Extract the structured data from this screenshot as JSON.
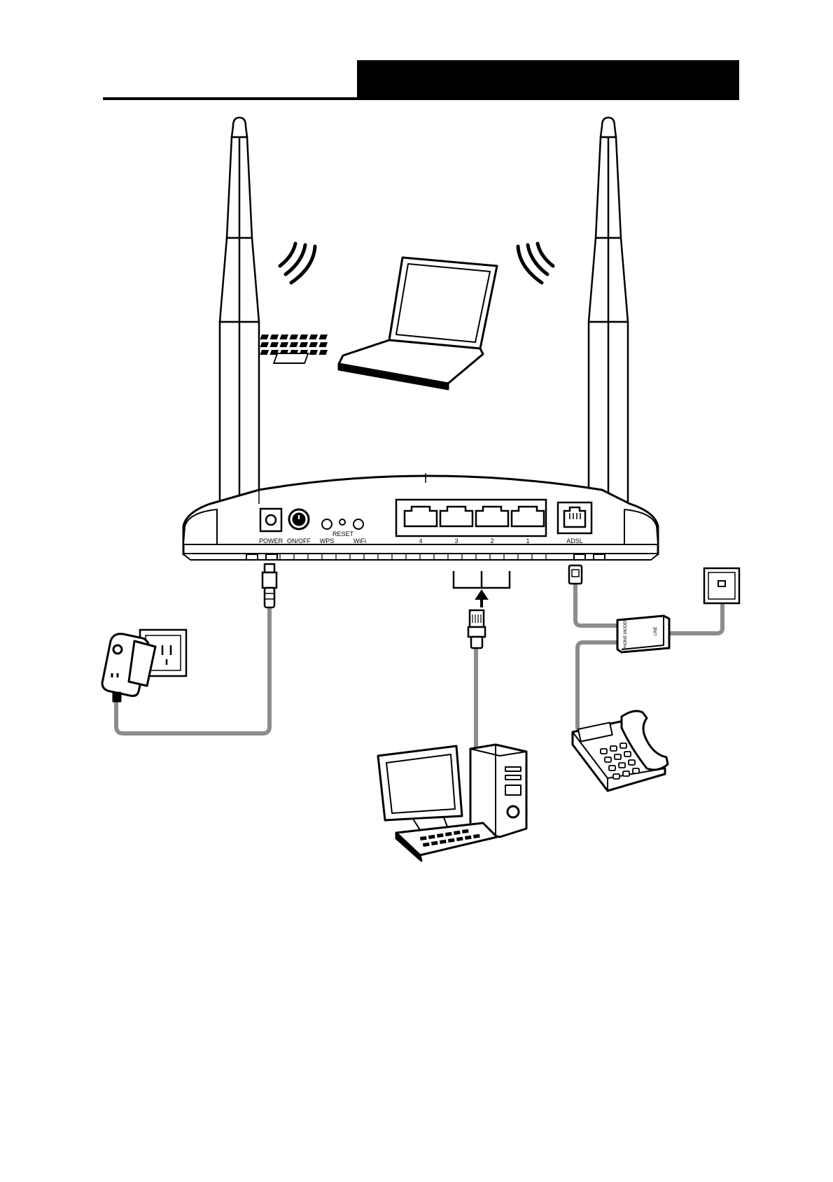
{
  "header": {
    "black_bar_color": "#000000",
    "rule_color": "#000000"
  },
  "router": {
    "port_labels": {
      "power": "POWER",
      "onoff": "ON/OFF",
      "wps": "WPS",
      "reset": "RESET",
      "wifi": "WiFi",
      "lan4": "4",
      "lan3": "3",
      "lan2": "2",
      "lan1": "1",
      "adsl": "ADSL"
    }
  },
  "splitter": {
    "label_modem": "PHONE MODEM",
    "label_line": "LINE"
  },
  "colors": {
    "line": "#000000",
    "cable": "#8c8c8c",
    "background": "#ffffff"
  }
}
